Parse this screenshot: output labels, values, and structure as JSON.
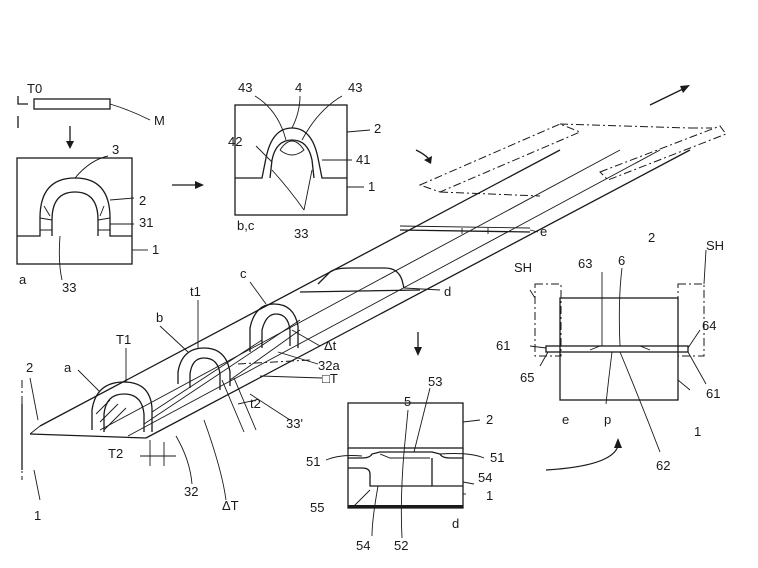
{
  "labels": {
    "T0": "T0",
    "M": "M",
    "a": "a",
    "n3": "3",
    "n2_a": "2",
    "n31": "31",
    "n1_a": "1",
    "n33_a": "33",
    "n43_l": "43",
    "n4": "4",
    "n43_r": "43",
    "n42": "42",
    "n2_b": "2",
    "n41": "41",
    "n1_b": "1",
    "bc": "b,c",
    "n33_b": "33",
    "SH_l": "SH",
    "SH_r": "SH",
    "n2_e": "2",
    "n63": "63",
    "n6": "6",
    "n61_l": "61",
    "n64": "64",
    "n65": "65",
    "n61_r": "61",
    "e_panel": "e",
    "p": "p",
    "n1_e": "1",
    "n62": "62",
    "n5": "5",
    "n53": "53",
    "n2_d": "2",
    "n51_l": "51",
    "n51_r": "51",
    "n54_r": "54",
    "n1_d": "1",
    "n55": "55",
    "n54_b": "54",
    "n52": "52",
    "d_panel": "d",
    "s_2": "2",
    "s_1": "1",
    "s_T1": "T1",
    "s_a": "a",
    "s_b": "b",
    "s_t1": "t1",
    "s_c": "c",
    "s_dt": "Δt",
    "s_32a": "32a",
    "s_dT": "□T",
    "s_33p": "33'",
    "s_t2": "t2",
    "s_T2": "T2",
    "s_32": "32",
    "s_DT": "ΔT",
    "s_d": "d",
    "s_e": "e"
  }
}
